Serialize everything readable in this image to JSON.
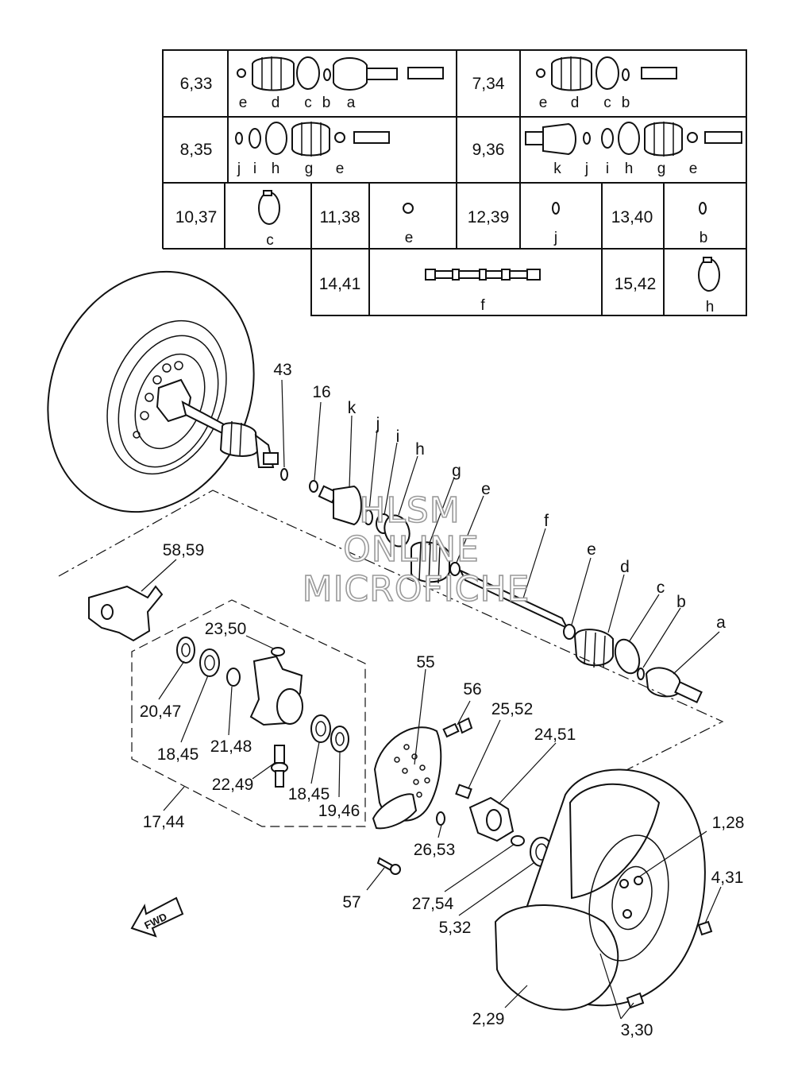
{
  "kit_table": {
    "rows": [
      {
        "ref": "6,33",
        "letters": [
          "e",
          "d",
          "c",
          "b",
          "a"
        ]
      },
      {
        "ref": "7,34",
        "letters": [
          "e",
          "d",
          "c",
          "b"
        ]
      },
      {
        "ref": "8,35",
        "letters": [
          "j",
          "i",
          "h",
          "g",
          "e"
        ]
      },
      {
        "ref": "9,36",
        "letters": [
          "k",
          "j",
          "i",
          "h",
          "g",
          "e"
        ]
      },
      {
        "ref": "10,37",
        "letters": [
          "c"
        ]
      },
      {
        "ref": "11,38",
        "letters": [
          "e"
        ]
      },
      {
        "ref": "12,39",
        "letters": [
          "j"
        ]
      },
      {
        "ref": "13,40",
        "letters": [
          "b"
        ]
      },
      {
        "ref": "14,41",
        "letters": [
          "f"
        ]
      },
      {
        "ref": "15,42",
        "letters": [
          "h"
        ]
      }
    ]
  },
  "callouts": {
    "p43": "43",
    "p16": "16",
    "pk": "k",
    "pj": "j",
    "pi": "i",
    "ph": "h",
    "pg": "g",
    "pe1": "e",
    "pf": "f",
    "pe2": "e",
    "pd": "d",
    "pc": "c",
    "pb": "b",
    "pa": "a",
    "p58": "58,59",
    "p23": "23,50",
    "p20": "20,47",
    "p18a": "18,45",
    "p21": "21,48",
    "p22": "22,49",
    "p17": "17,44",
    "p18b": "18,45",
    "p19": "19,46",
    "p55": "55",
    "p56": "56",
    "p25": "25,52",
    "p24": "24,51",
    "p26": "26,53",
    "p57": "57",
    "p27": "27,54",
    "p5": "5,32",
    "p1": "1,28",
    "p4": "4,31",
    "p2": "2,29",
    "p3": "3,30"
  },
  "fwd_label": "FWD",
  "watermark": [
    "HLSM",
    "ONLINE",
    "MICROFICHE"
  ],
  "colors": {
    "line": "#111111",
    "watermark_outline": "#9a9a9a",
    "background": "#ffffff"
  }
}
